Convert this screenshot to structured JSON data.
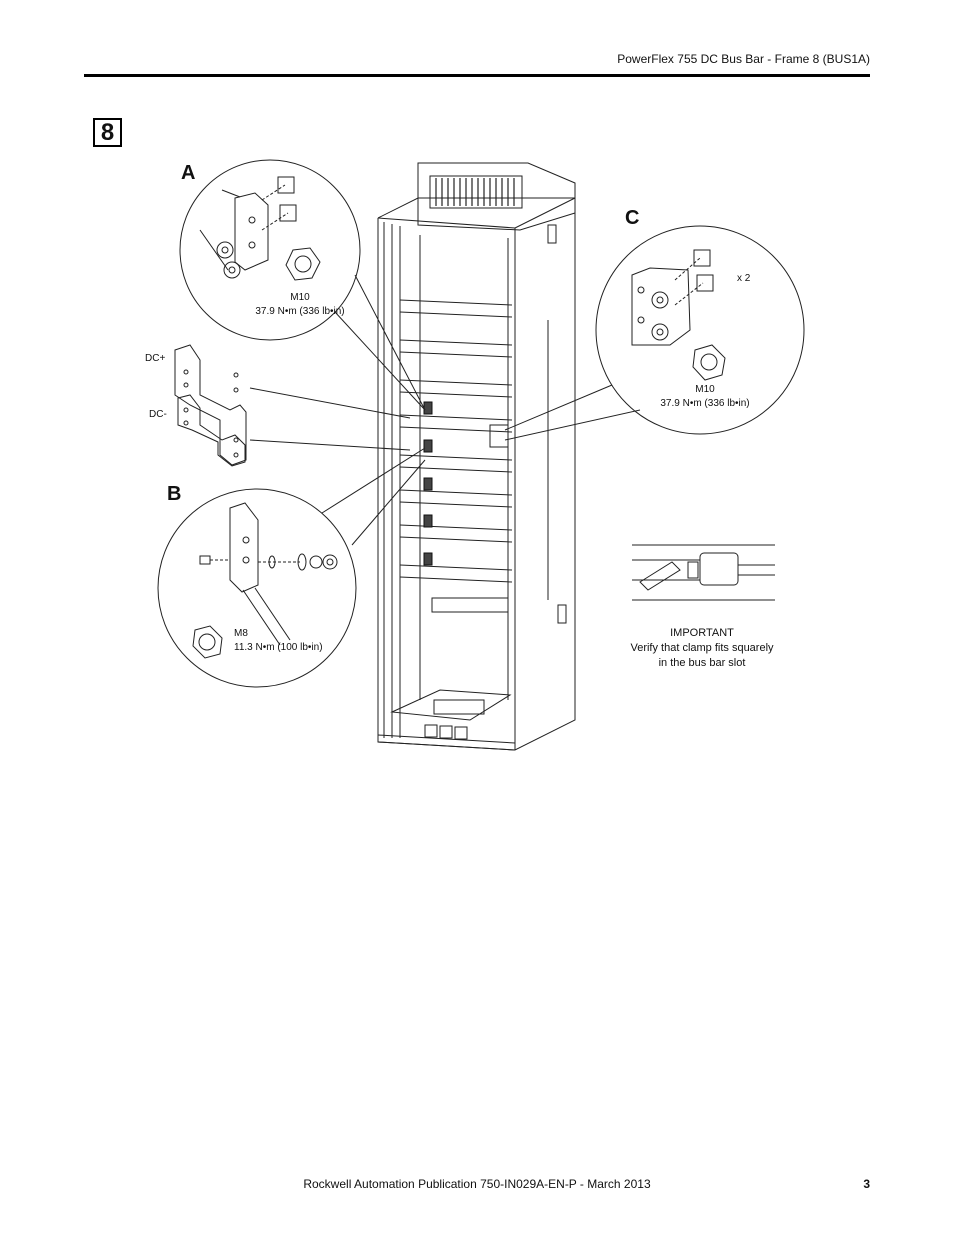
{
  "header": {
    "title": "PowerFlex 755 DC Bus Bar - Frame 8 (BUS1A)"
  },
  "step": {
    "number": "8"
  },
  "callouts": {
    "a": {
      "letter": "A",
      "bolt": "M10",
      "torque": "37.9 N•m (336 lb•in)"
    },
    "b": {
      "letter": "B",
      "bolt": "M8",
      "torque": "11.3 N•m (100 lb•in)"
    },
    "c": {
      "letter": "C",
      "qty": "x 2",
      "bolt": "M10",
      "torque": "37.9 N•m (336 lb•in)"
    }
  },
  "bus_bars": {
    "positive": "DC+",
    "negative": "DC-"
  },
  "important": {
    "title": "IMPORTANT",
    "line1": "Verify that clamp fits squarely",
    "line2": "in the bus bar slot"
  },
  "footer": {
    "publication": "Rockwell Automation Publication 750-IN029A-EN-P - March 2013",
    "page": "3"
  }
}
